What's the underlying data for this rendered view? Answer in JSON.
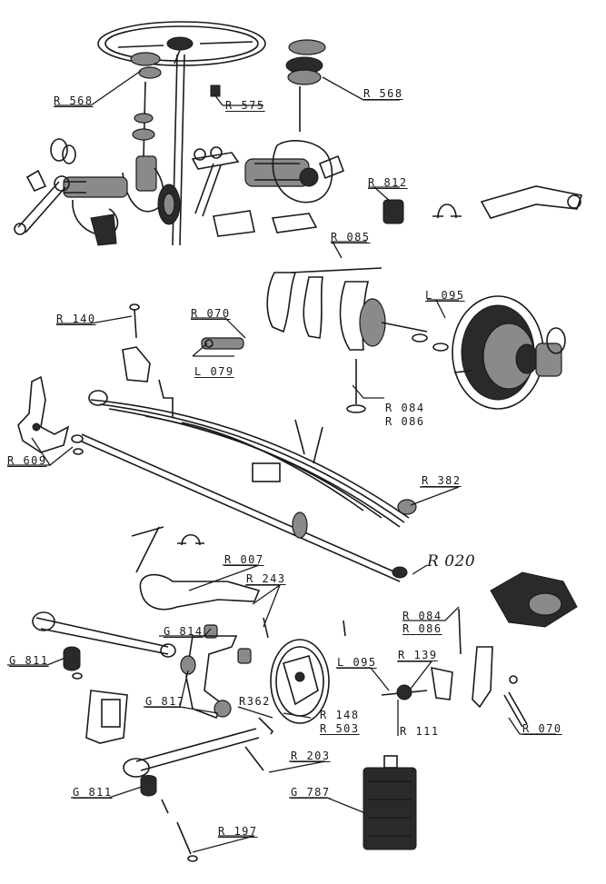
{
  "callouts": [
    {
      "id": "r568-left",
      "text": "R 568"
    },
    {
      "id": "r575",
      "text": "R 575"
    },
    {
      "id": "r568-right",
      "text": "R 568"
    },
    {
      "id": "r812",
      "text": "R 812"
    },
    {
      "id": "r085",
      "text": "R 085"
    },
    {
      "id": "l095-top",
      "text": "L 095"
    },
    {
      "id": "r140",
      "text": "R 140"
    },
    {
      "id": "r070-top",
      "text": "R 070"
    },
    {
      "id": "l079",
      "text": "L 079"
    },
    {
      "id": "r084-top",
      "text": "R 084"
    },
    {
      "id": "r086-top",
      "text": "R 086"
    },
    {
      "id": "r609",
      "text": "R 609"
    },
    {
      "id": "r382",
      "text": "R 382"
    },
    {
      "id": "r007",
      "text": "R 007"
    },
    {
      "id": "r243",
      "text": "R 243"
    },
    {
      "id": "r084-bot",
      "text": "R 084"
    },
    {
      "id": "r086-bot",
      "text": "R 086"
    },
    {
      "id": "g814",
      "text": "G 814"
    },
    {
      "id": "g811-top",
      "text": "G 811"
    },
    {
      "id": "l095-bot",
      "text": "L 095"
    },
    {
      "id": "r139",
      "text": "R 139"
    },
    {
      "id": "g817",
      "text": "G 817"
    },
    {
      "id": "r362",
      "text": "R362"
    },
    {
      "id": "r148",
      "text": "R 148"
    },
    {
      "id": "r503",
      "text": "R 503"
    },
    {
      "id": "r111",
      "text": "R 111"
    },
    {
      "id": "r070-bot",
      "text": "R 070"
    },
    {
      "id": "r203",
      "text": "R 203"
    },
    {
      "id": "g787",
      "text": "G 787"
    },
    {
      "id": "g811-bot",
      "text": "G 811"
    },
    {
      "id": "r197",
      "text": "R 197"
    }
  ],
  "handwritten_note": "R 020"
}
